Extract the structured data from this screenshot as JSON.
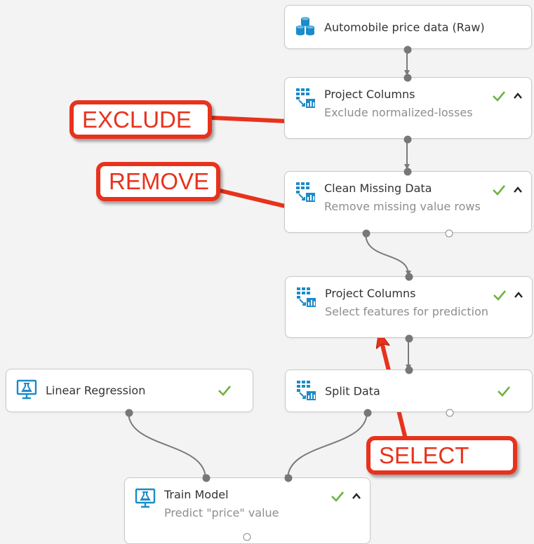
{
  "modules": {
    "automobile_data": {
      "title": "Automobile price data (Raw)",
      "icon": "dataset-icon"
    },
    "project_columns_1": {
      "title": "Project Columns",
      "subtitle": "Exclude normalized-losses",
      "icon": "module-icon",
      "status": "completed"
    },
    "clean_missing": {
      "title": "Clean Missing Data",
      "subtitle": "Remove missing value rows",
      "icon": "module-icon",
      "status": "completed"
    },
    "project_columns_2": {
      "title": "Project Columns",
      "subtitle": "Select features for prediction",
      "icon": "module-icon",
      "status": "completed"
    },
    "linear_regression": {
      "title": "Linear Regression",
      "icon": "model-icon",
      "status": "completed"
    },
    "split_data": {
      "title": "Split Data",
      "icon": "module-icon",
      "status": "completed"
    },
    "train_model": {
      "title": "Train Model",
      "subtitle": "Predict \"price\" value",
      "icon": "model-icon",
      "status": "completed"
    }
  },
  "callouts": {
    "exclude": "EXCLUDE",
    "remove": "REMOVE",
    "select": "SELECT"
  },
  "colors": {
    "canvas": "#f3f3f3",
    "module_border": "#c9c9c9",
    "title_text": "#333333",
    "subtitle_text": "#8e8e8e",
    "check": "#6cb33f",
    "icon_blue": "#1c8bc8",
    "callout_red": "#e8321c",
    "connector": "#7a7a7a"
  }
}
